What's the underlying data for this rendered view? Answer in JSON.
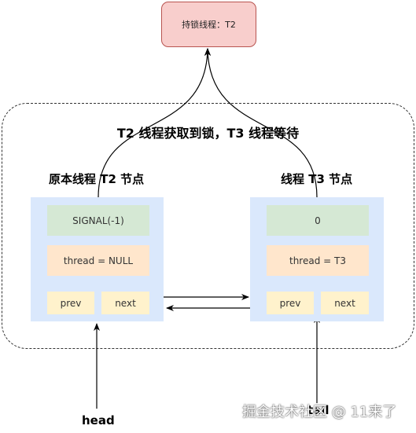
{
  "holder": {
    "text": "持锁线程：T2"
  },
  "title": "T2 线程获取到锁，T3 线程等待",
  "nodes": [
    {
      "label": "原本线程 T2 节点",
      "status": "SIGNAL(-1)",
      "thread": "thread = NULL",
      "prev": "prev",
      "next": "next"
    },
    {
      "label": "线程 T3 节点",
      "status": "0",
      "thread": "thread = T3",
      "prev": "prev",
      "next": "next"
    }
  ],
  "pointers": {
    "head": "head",
    "tail": "tail"
  },
  "watermark": "掘金技术社区 @ 11来了",
  "colors": {
    "holder_fill": "#f8cecc",
    "holder_border": "#b85450",
    "node_fill": "#dae8fc",
    "status_fill": "#d5e8d4",
    "thread_fill": "#ffe6cc",
    "link_fill": "#fff2cc"
  }
}
